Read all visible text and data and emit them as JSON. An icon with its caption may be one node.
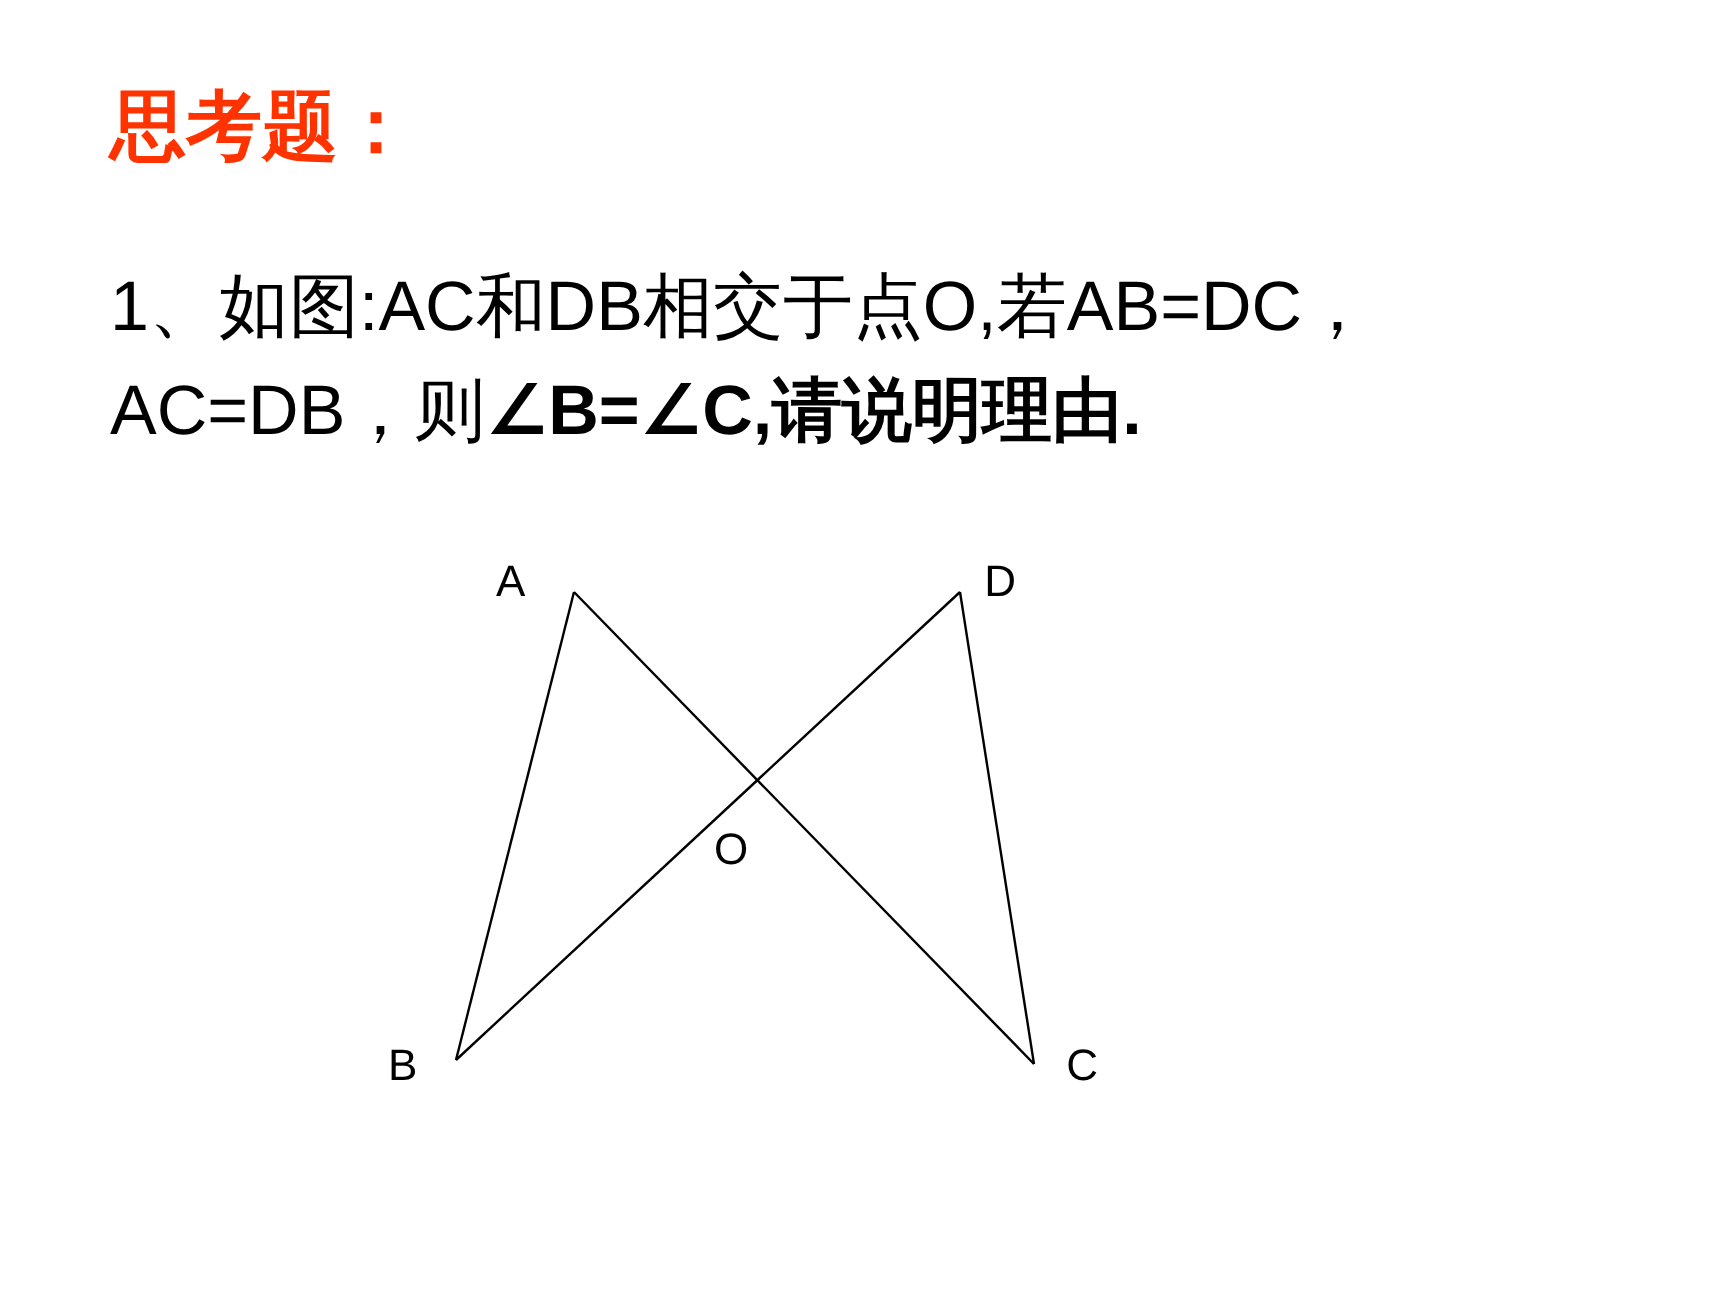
{
  "diagram": {
    "title": "思考题：",
    "nodes": [
      {
        "text": [
          "A"
        ]
      },
      {
        "text": [
          "D"
        ]
      },
      {
        "text": [
          "B"
        ]
      },
      {
        "text": [
          "C"
        ]
      }
    ],
    "edges": [
      {
        "from": 0,
        "to": 2,
        "arrow": "none"
      },
      {
        "from": 0,
        "to": 3,
        "arrow": "none"
      },
      {
        "from": 1,
        "to": 2,
        "arrow": "none"
      },
      {
        "from": 1,
        "to": 3,
        "arrow": "none"
      }
    ],
    "labels": [
      "1、如图:AC和DB相交于点O,若AB=DC，AC=DB，则**∠B=∠C,请说明理由.**",
      "O"
    ]
  }
}
